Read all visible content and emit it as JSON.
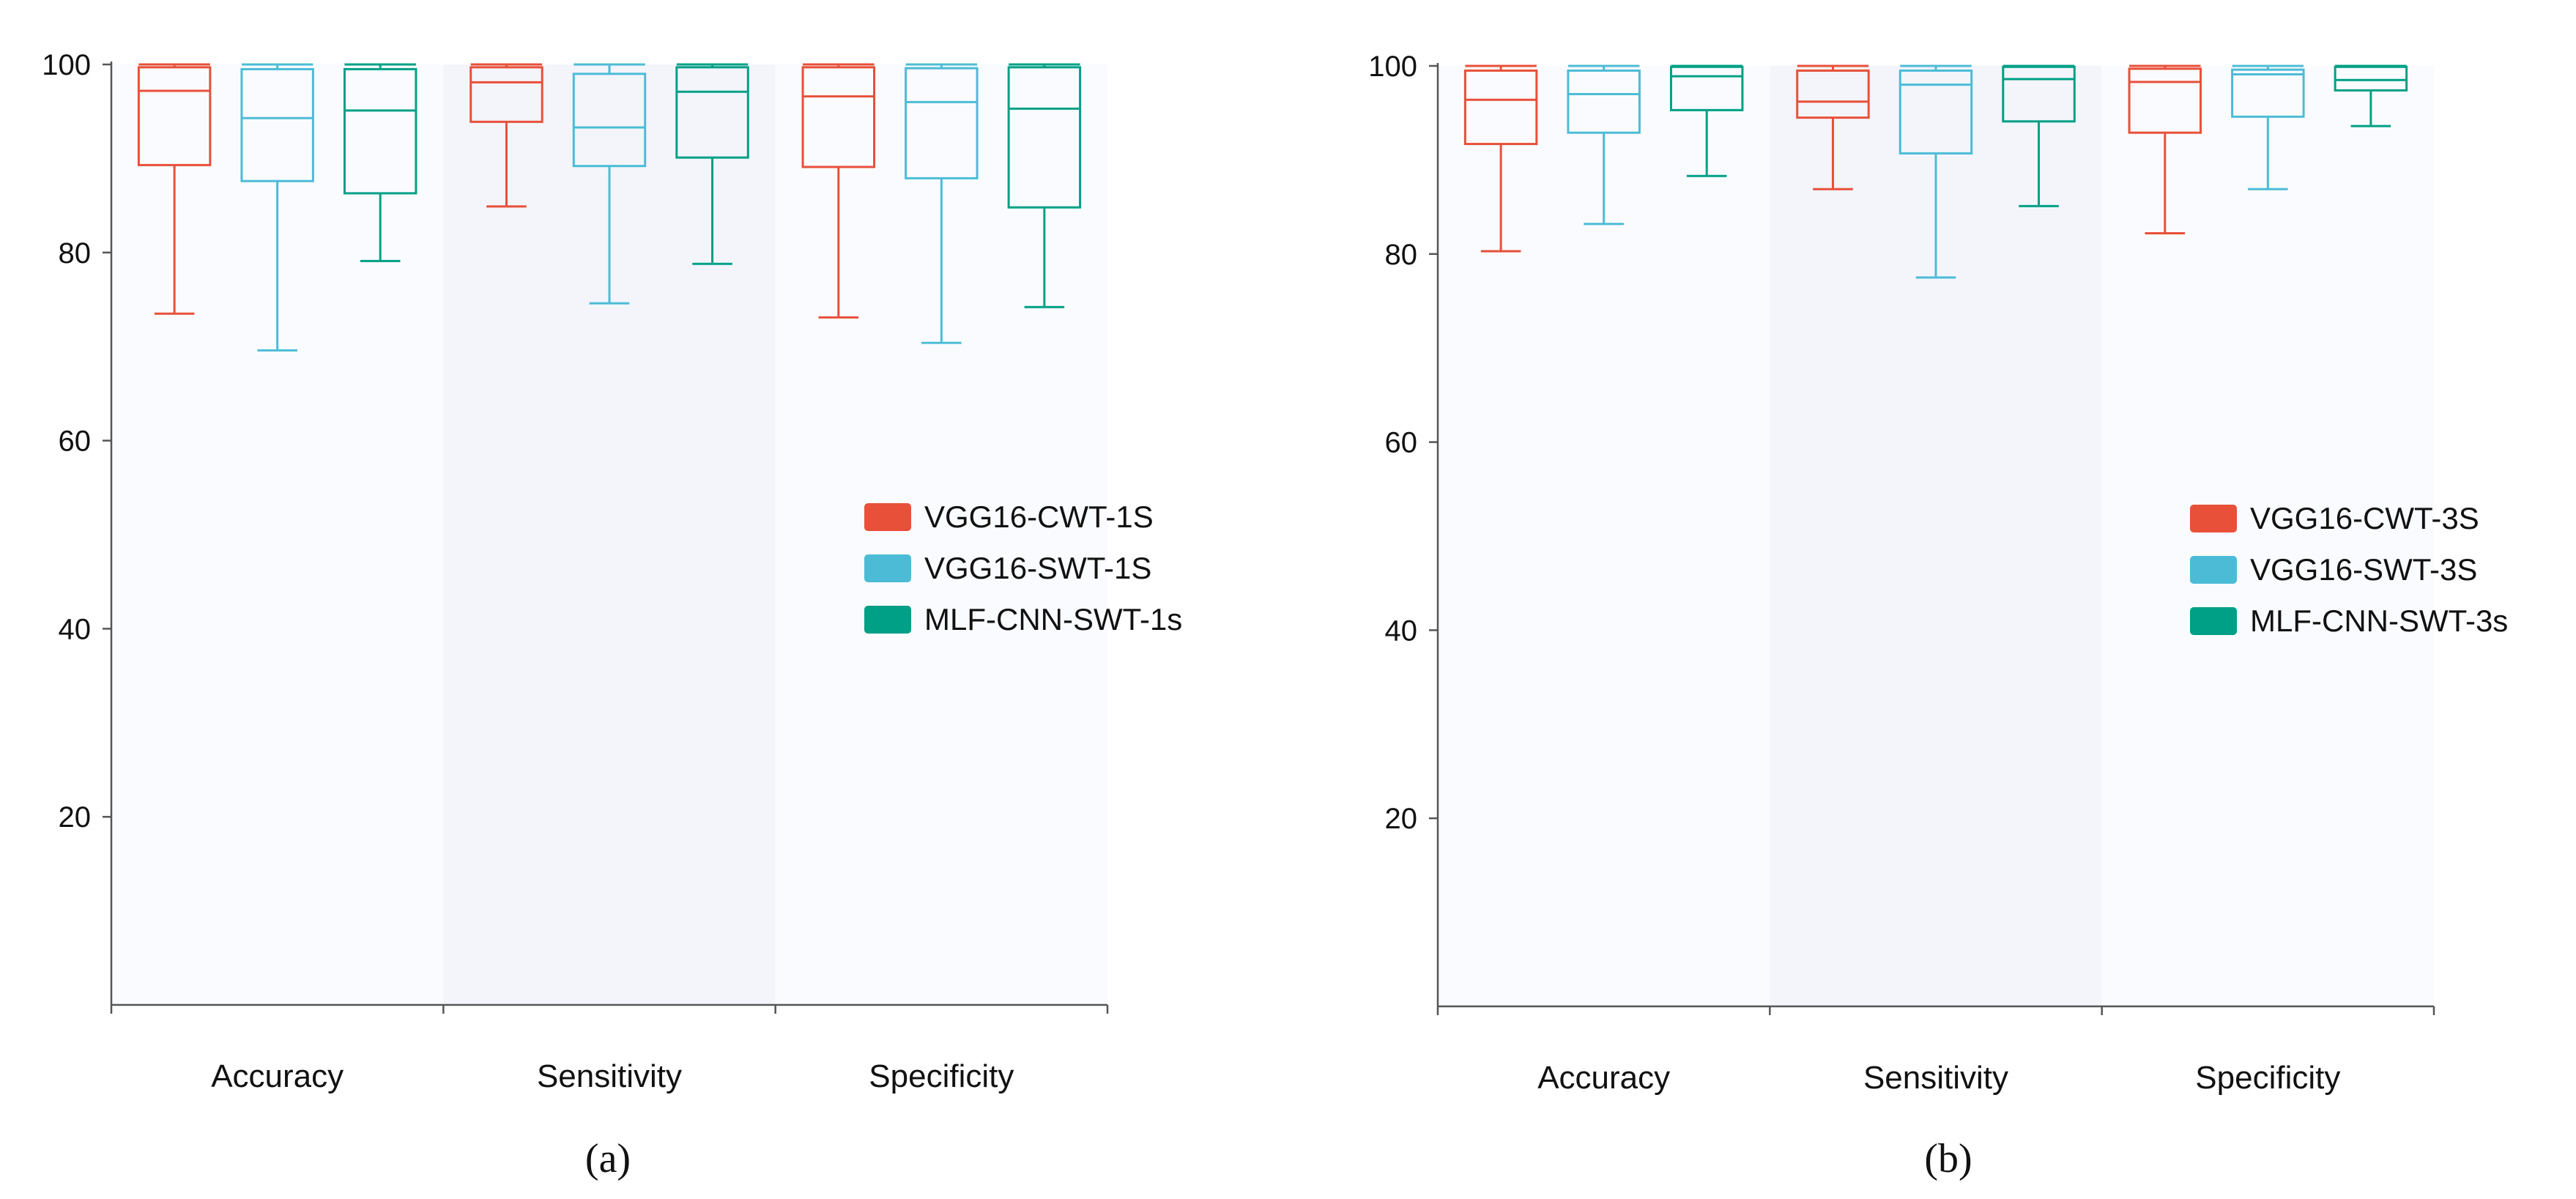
{
  "chart_data": [
    {
      "type": "box",
      "panel_label": "(a)",
      "categories": [
        "Accuracy",
        "Sensitivity",
        "Specificity"
      ],
      "ylim": [
        0,
        100
      ],
      "yticks": [
        20,
        40,
        60,
        80,
        100
      ],
      "legend_position": "right",
      "series": [
        {
          "name": "VGG16-CWT-1S",
          "color": "#e8503a",
          "boxes": [
            {
              "min": 73.5,
              "q1": 89.3,
              "median": 97.2,
              "q3": 99.7,
              "max": 100
            },
            {
              "min": 84.9,
              "q1": 93.9,
              "median": 98.1,
              "q3": 99.7,
              "max": 100
            },
            {
              "min": 73.1,
              "q1": 89.1,
              "median": 96.6,
              "q3": 99.7,
              "max": 100
            }
          ]
        },
        {
          "name": "VGG16-SWT-1S",
          "color": "#4cbcd6",
          "boxes": [
            {
              "min": 69.6,
              "q1": 87.6,
              "median": 94.3,
              "q3": 99.5,
              "max": 100
            },
            {
              "min": 74.6,
              "q1": 89.2,
              "median": 93.3,
              "q3": 99.0,
              "max": 100
            },
            {
              "min": 70.4,
              "q1": 87.9,
              "median": 96.0,
              "q3": 99.6,
              "max": 100
            }
          ]
        },
        {
          "name": "MLF-CNN-SWT-1s",
          "color": "#00a086",
          "boxes": [
            {
              "min": 79.1,
              "q1": 86.3,
              "median": 95.1,
              "q3": 99.5,
              "max": 100
            },
            {
              "min": 78.8,
              "q1": 90.1,
              "median": 97.1,
              "q3": 99.7,
              "max": 100
            },
            {
              "min": 74.2,
              "q1": 84.8,
              "median": 95.3,
              "q3": 99.7,
              "max": 100
            }
          ]
        }
      ]
    },
    {
      "type": "box",
      "panel_label": "(b)",
      "categories": [
        "Accuracy",
        "Sensitivity",
        "Specificity"
      ],
      "ylim": [
        0,
        100
      ],
      "yticks": [
        20,
        40,
        60,
        80,
        100
      ],
      "legend_position": "right",
      "series": [
        {
          "name": "VGG16-CWT-3S",
          "color": "#e8503a",
          "boxes": [
            {
              "min": 80.3,
              "q1": 91.7,
              "median": 96.4,
              "q3": 99.5,
              "max": 100
            },
            {
              "min": 86.9,
              "q1": 94.5,
              "median": 96.2,
              "q3": 99.5,
              "max": 100
            },
            {
              "min": 82.2,
              "q1": 92.9,
              "median": 98.3,
              "q3": 99.7,
              "max": 100
            }
          ]
        },
        {
          "name": "VGG16-SWT-3S",
          "color": "#4cbcd6",
          "boxes": [
            {
              "min": 83.2,
              "q1": 92.9,
              "median": 97.0,
              "q3": 99.5,
              "max": 100
            },
            {
              "min": 77.5,
              "q1": 90.7,
              "median": 98.0,
              "q3": 99.5,
              "max": 100
            },
            {
              "min": 86.9,
              "q1": 94.6,
              "median": 99.1,
              "q3": 99.6,
              "max": 100
            }
          ]
        },
        {
          "name": "MLF-CNN-SWT-3s",
          "color": "#00a086",
          "boxes": [
            {
              "min": 88.3,
              "q1": 95.3,
              "median": 98.9,
              "q3": 99.9,
              "max": 100
            },
            {
              "min": 85.1,
              "q1": 94.1,
              "median": 98.6,
              "q3": 99.9,
              "max": 100
            },
            {
              "min": 93.6,
              "q1": 97.4,
              "median": 98.5,
              "q3": 99.9,
              "max": 100
            }
          ]
        }
      ]
    }
  ]
}
